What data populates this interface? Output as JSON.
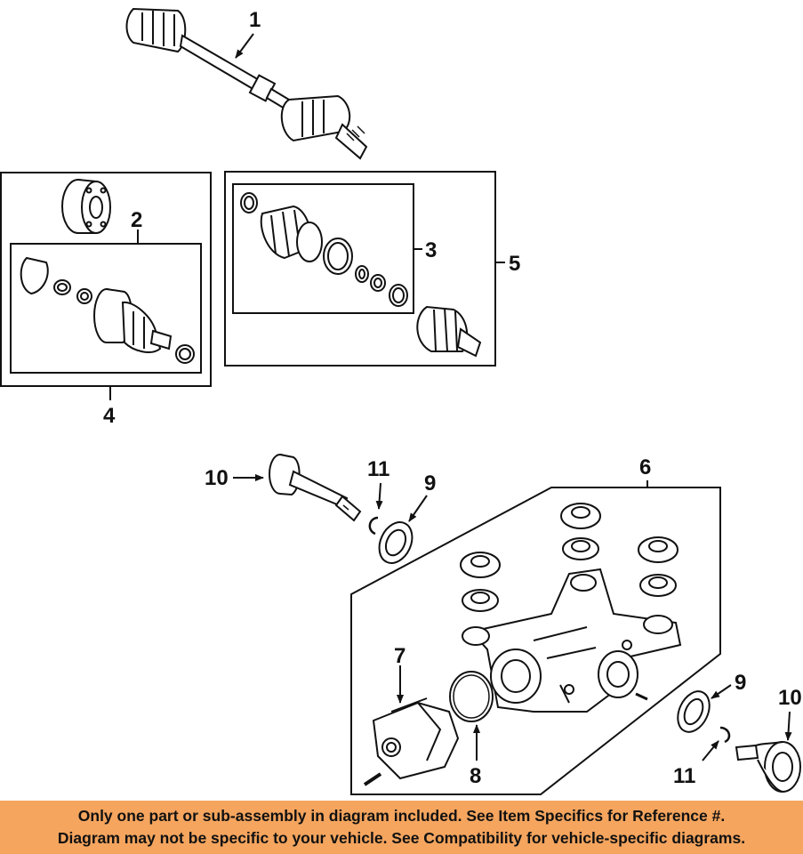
{
  "callouts": {
    "c1": "1",
    "c2": "2",
    "c3": "3",
    "c4": "4",
    "c5": "5",
    "c6": "6",
    "c7": "7",
    "c8": "8",
    "c9a": "9",
    "c9b": "9",
    "c10a": "10",
    "c10b": "10",
    "c11a": "11",
    "c11b": "11"
  },
  "footer": {
    "line1": "Only one part or sub-assembly in diagram included. See Item Specifics for Reference #.",
    "line2": "Diagram may not be specific to your vehicle. See Compatibility for vehicle-specific diagrams."
  },
  "colors": {
    "footer_bg": "#f5a55e",
    "line": "#111111"
  }
}
